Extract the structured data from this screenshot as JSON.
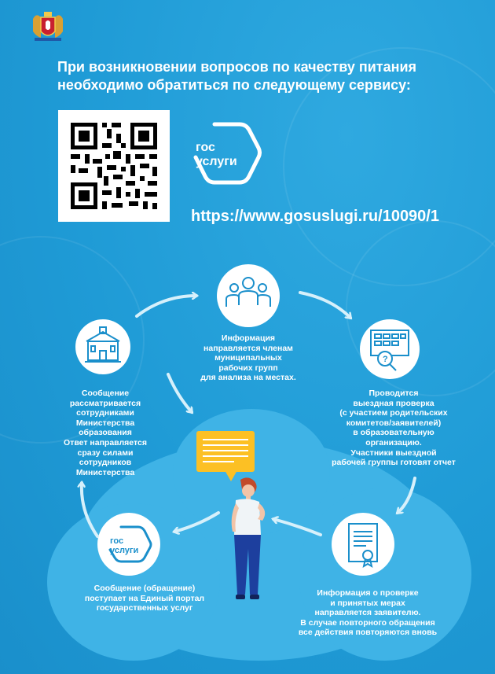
{
  "headline": {
    "line1": "При возникновении вопросов по качеству питания",
    "line2": "необходимо обратиться по следующему сервису:"
  },
  "logo_gos": {
    "line1": "гос",
    "line2": "услуги"
  },
  "url": "https://www.gosuslugi.ru/10090/1",
  "steps": {
    "ministry": "Сообщение\nрассматривается\nсотрудниками\nМинистерства образования\nОтвет направляется\nсразу силами\nсотрудников\nМинистерства",
    "groups": "Информация\nнаправляется членам\nмуниципальных\nрабочих групп\nдля анализа на местах.",
    "inspection": "Проводится\nвыездная проверка\n(с участием родительских\nкомитетов/заявителей)\nв образовательную\nорганизацию.\nУчастники выездной\nрабочей группы готовят отчет",
    "gosuslugi": "Сообщение (обращение)\nпоступает на Единый портал\nгосударственных услуг",
    "result": "Информация о проверке\nи принятых мерах\nнаправляется заявителю.\nВ случае повторного обращения\nвсе действия повторяются вновь"
  },
  "colors": {
    "background": "#1f9bd6",
    "accent": "#fcc024",
    "icon": "#1a8fcb"
  }
}
